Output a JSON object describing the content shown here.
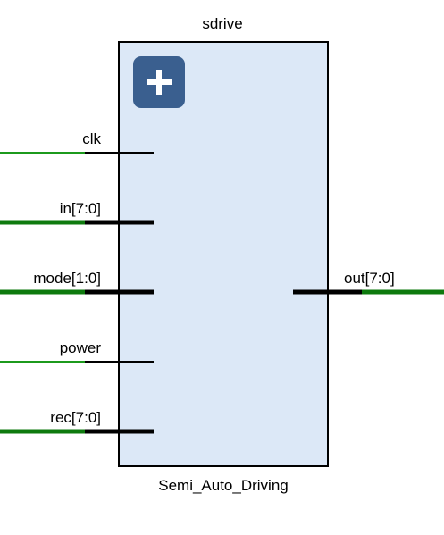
{
  "block": {
    "instance_name": "sdrive",
    "module_name": "Semi_Auto_Driving",
    "expand_icon": "plus-icon"
  },
  "ports": {
    "inputs": [
      {
        "name": "clk",
        "bus": false
      },
      {
        "name": "in[7:0]",
        "bus": true
      },
      {
        "name": "mode[1:0]",
        "bus": true
      },
      {
        "name": "power",
        "bus": false
      },
      {
        "name": "rec[7:0]",
        "bus": true
      }
    ],
    "outputs": [
      {
        "name": "out[7:0]",
        "bus": true
      }
    ]
  },
  "colors": {
    "block_fill": "#dce8f7",
    "block_border": "#000000",
    "wire_green": "#1c9a1c",
    "wire_green_bus": "#0e7a0e",
    "pin_black": "#000000",
    "icon_fill": "#3a5f8f",
    "icon_glyph": "#ffffff"
  }
}
